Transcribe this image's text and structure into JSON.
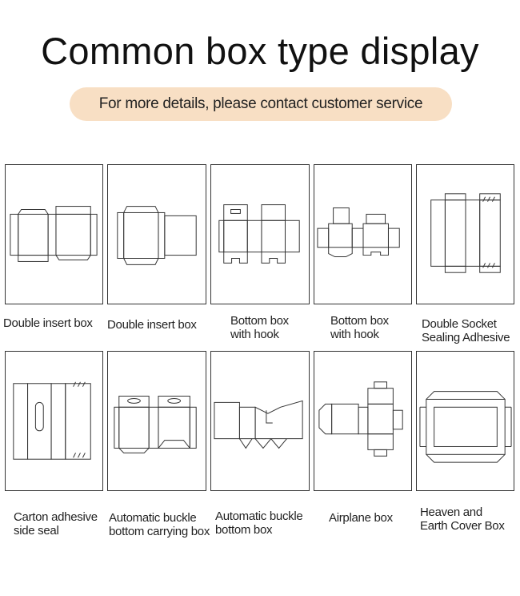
{
  "title": "Common box type display",
  "subtitle": "For more details, please contact customer service",
  "boxes": [
    {
      "label_line1": "Double insert box",
      "label_line2": "",
      "icon": "double-insert-box-dieline-icon"
    },
    {
      "label_line1": "Double insert box",
      "label_line2": "",
      "icon": "double-insert-box-dieline-icon"
    },
    {
      "label_line1": "Bottom box",
      "label_line2": "with hook",
      "icon": "bottom-box-with-hook-dieline-icon"
    },
    {
      "label_line1": "Bottom box",
      "label_line2": "with hook",
      "icon": "bottom-box-with-hook-dieline-icon"
    },
    {
      "label_line1": "Double Socket",
      "label_line2": "Sealing Adhesive",
      "icon": "double-socket-adhesive-dieline-icon"
    },
    {
      "label_line1": "Carton adhesive",
      "label_line2": "side seal",
      "icon": "carton-side-seal-dieline-icon"
    },
    {
      "label_line1": "Automatic buckle",
      "label_line2": "bottom carrying box",
      "icon": "automatic-buckle-carrying-box-dieline-icon"
    },
    {
      "label_line1": "Automatic buckle",
      "label_line2": "bottom box",
      "icon": "automatic-buckle-bottom-box-dieline-icon"
    },
    {
      "label_line1": "Airplane box",
      "label_line2": "",
      "icon": "airplane-box-dieline-icon"
    },
    {
      "label_line1": "Heaven and",
      "label_line2": "Earth Cover Box",
      "icon": "heaven-earth-cover-box-dieline-icon"
    }
  ]
}
